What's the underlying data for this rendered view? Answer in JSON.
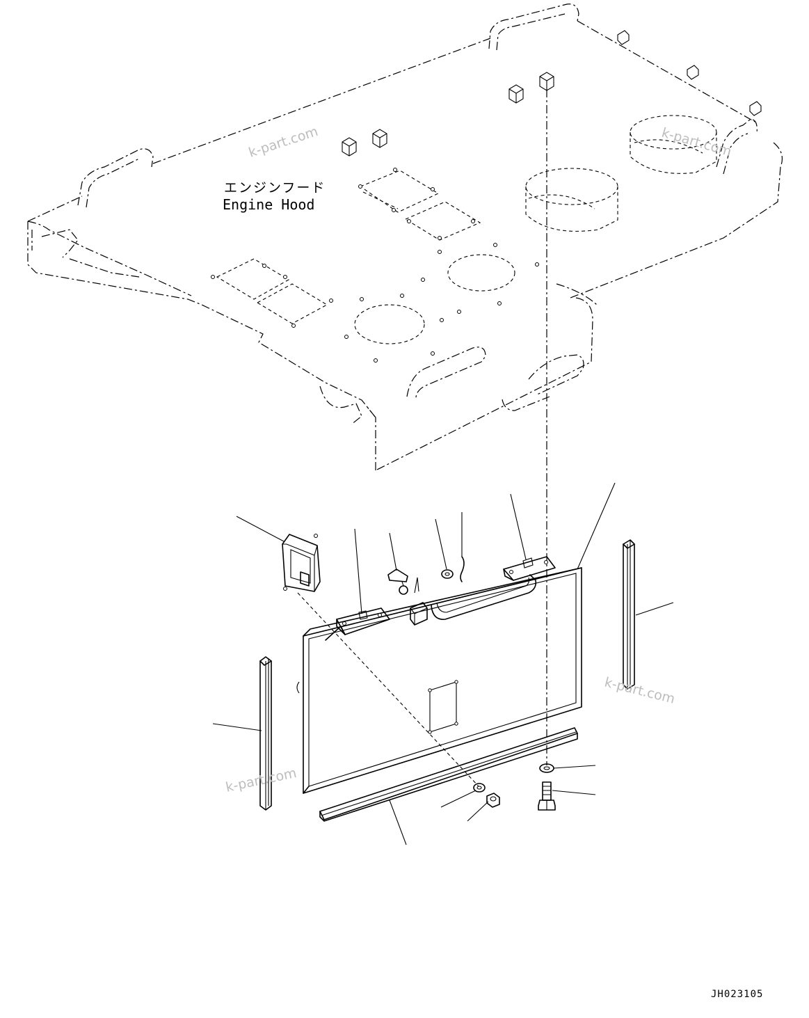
{
  "diagram": {
    "labels": {
      "engine_hood_jp": "エンジンフード",
      "engine_hood_en": "Engine Hood"
    },
    "watermarks": [
      "k-part.com",
      "k-part.com",
      "k-part.com",
      "k-part.com"
    ],
    "drawing_code": "JH023105",
    "parts": [
      "lock-bracket",
      "hinge-left",
      "latch-rod",
      "latch-block",
      "washer-top",
      "spring-pin",
      "hinge-right",
      "door-panel",
      "seal-strip-right",
      "seal-strip-left",
      "seal-strip-bottom",
      "washer-small",
      "nut",
      "washer-bolt",
      "bolt"
    ]
  }
}
